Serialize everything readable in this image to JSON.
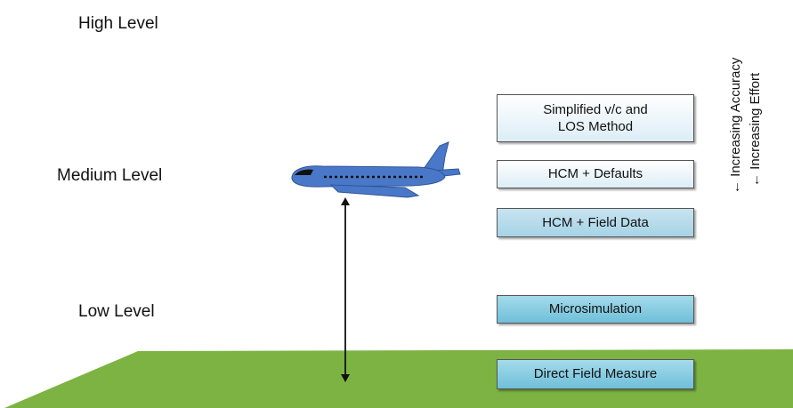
{
  "levels": {
    "high": "High Level",
    "medium": "Medium Level",
    "low": "Low Level"
  },
  "methods": [
    {
      "line1": "Simplified v/c and",
      "line2": "LOS Method"
    },
    {
      "line1": "HCM + Defaults"
    },
    {
      "line1": "HCM + Field Data"
    },
    {
      "line1": "Microsimulation"
    },
    {
      "line1": "Direct Field Measure"
    }
  ],
  "axis_notes": {
    "accuracy": "← Increasing Accuracy",
    "effort": "← Increasing Effort"
  },
  "colors": {
    "ground": "#7cb342",
    "plane": "#4a78c8",
    "box_light": "#dcedf6",
    "box_dark": "#6fbfd9"
  },
  "icons": {
    "plane": "airplane-icon"
  }
}
